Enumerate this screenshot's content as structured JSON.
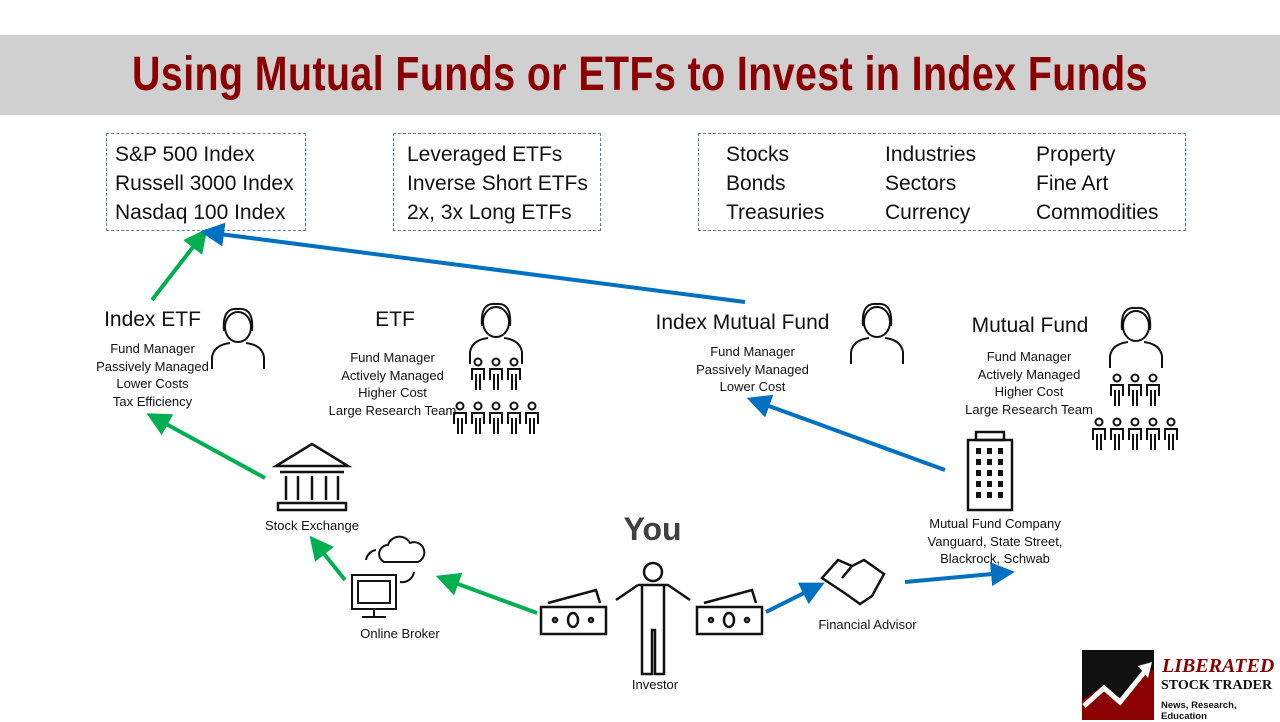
{
  "title": "Using Mutual Funds or ETFs to Invest in Index Funds",
  "boxes": {
    "indexes": [
      "S&P 500 Index",
      "Russell 3000 Index",
      "Nasdaq 100 Index"
    ],
    "etfs": [
      "Leveraged ETFs",
      "Inverse Short ETFs",
      "2x, 3x Long ETFs"
    ],
    "assets": [
      [
        "Stocks",
        "Bonds",
        "Treasuries"
      ],
      [
        "Industries",
        "Sectors",
        "Currency"
      ],
      [
        "Property",
        "Fine Art",
        "Commodities"
      ]
    ]
  },
  "index_etf": {
    "title": "Index ETF",
    "lines": [
      "Fund Manager",
      "Passively Managed",
      "Lower Costs",
      "Tax Efficiency"
    ]
  },
  "etf": {
    "title": "ETF",
    "lines": [
      "Fund Manager",
      "Actively Managed",
      "Higher Cost",
      "Large Research Team"
    ]
  },
  "index_mutual_fund": {
    "title": "Index Mutual Fund",
    "lines": [
      "Fund Manager",
      "Passively Managed",
      "Lower Cost"
    ]
  },
  "mutual_fund": {
    "title": "Mutual Fund",
    "lines": [
      "Fund Manager",
      "Actively Managed",
      "Higher Cost",
      "Large Research Team"
    ]
  },
  "stock_exchange": "Stock Exchange",
  "online_broker": "Online Broker",
  "you": "You",
  "investor": "Investor",
  "financial_advisor": "Financial Advisor",
  "mutual_fund_company": [
    "Mutual Fund Company",
    "Vanguard, State Street,",
    "Blackrock, Schwab"
  ],
  "logo": {
    "line1": "LIBERATED",
    "line2": "STOCK TRADER",
    "line3": "News, Research, Education"
  },
  "colors": {
    "title": "#8b0000",
    "green_arrow": "#00b050",
    "blue_arrow": "#0070c0",
    "title_bar": "#d0d0d0"
  }
}
